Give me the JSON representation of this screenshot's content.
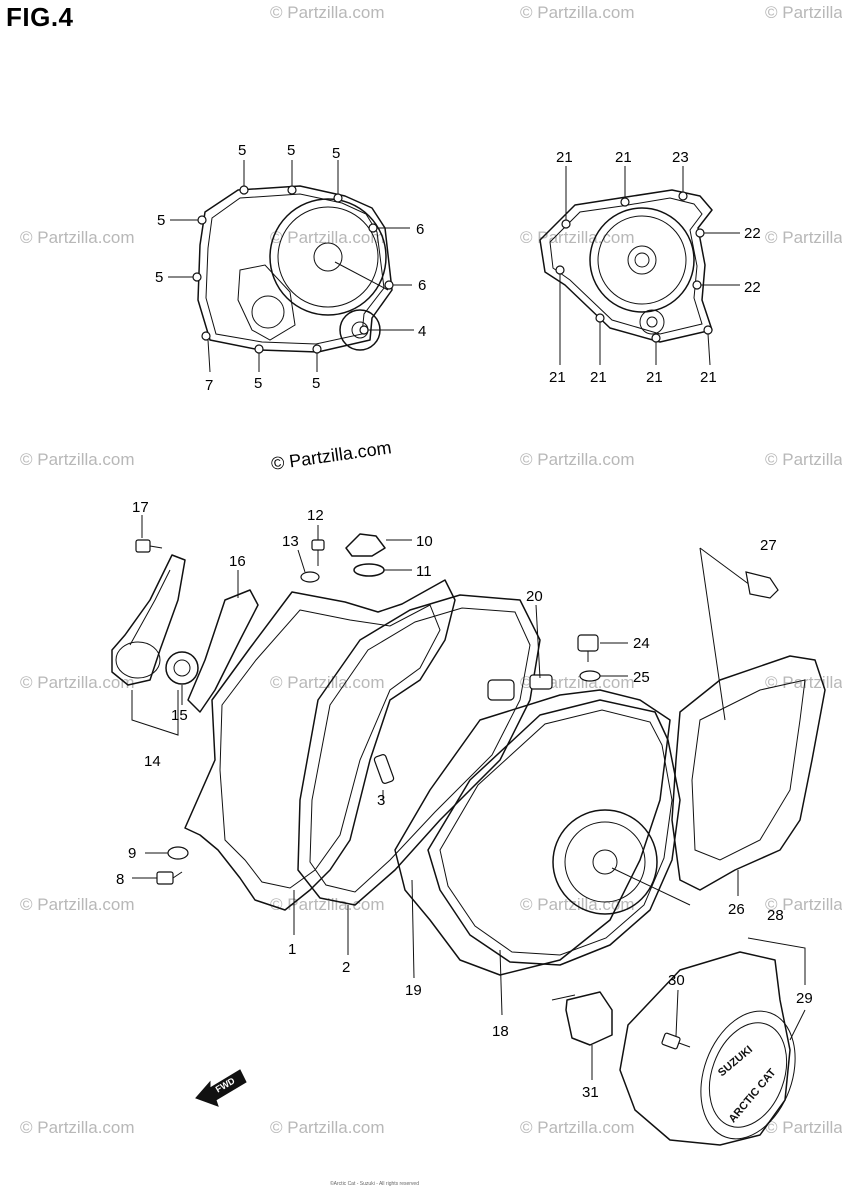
{
  "figure": {
    "title": "FIG.4"
  },
  "watermark": {
    "text": "© Partzilla.com",
    "center_text": "© Partzilla.com"
  },
  "callouts": {
    "top_left": [
      "5",
      "5",
      "5",
      "5",
      "5",
      "6",
      "6",
      "4",
      "7",
      "5",
      "5"
    ],
    "top_right": [
      "21",
      "21",
      "23",
      "22",
      "22",
      "21",
      "21",
      "21",
      "21"
    ],
    "main": [
      "17",
      "12",
      "13",
      "16",
      "10",
      "11",
      "20",
      "27",
      "24",
      "25",
      "14",
      "15",
      "3",
      "9",
      "8",
      "1",
      "2",
      "19",
      "18",
      "26",
      "28",
      "29",
      "30",
      "31"
    ]
  },
  "fwd_label": "FWD",
  "logo": {
    "brand": "SUZUKI",
    "sub": "ARCTIC CAT"
  },
  "footer_fine_print": "©Arctic Cat - Suzuki - All rights reserved"
}
